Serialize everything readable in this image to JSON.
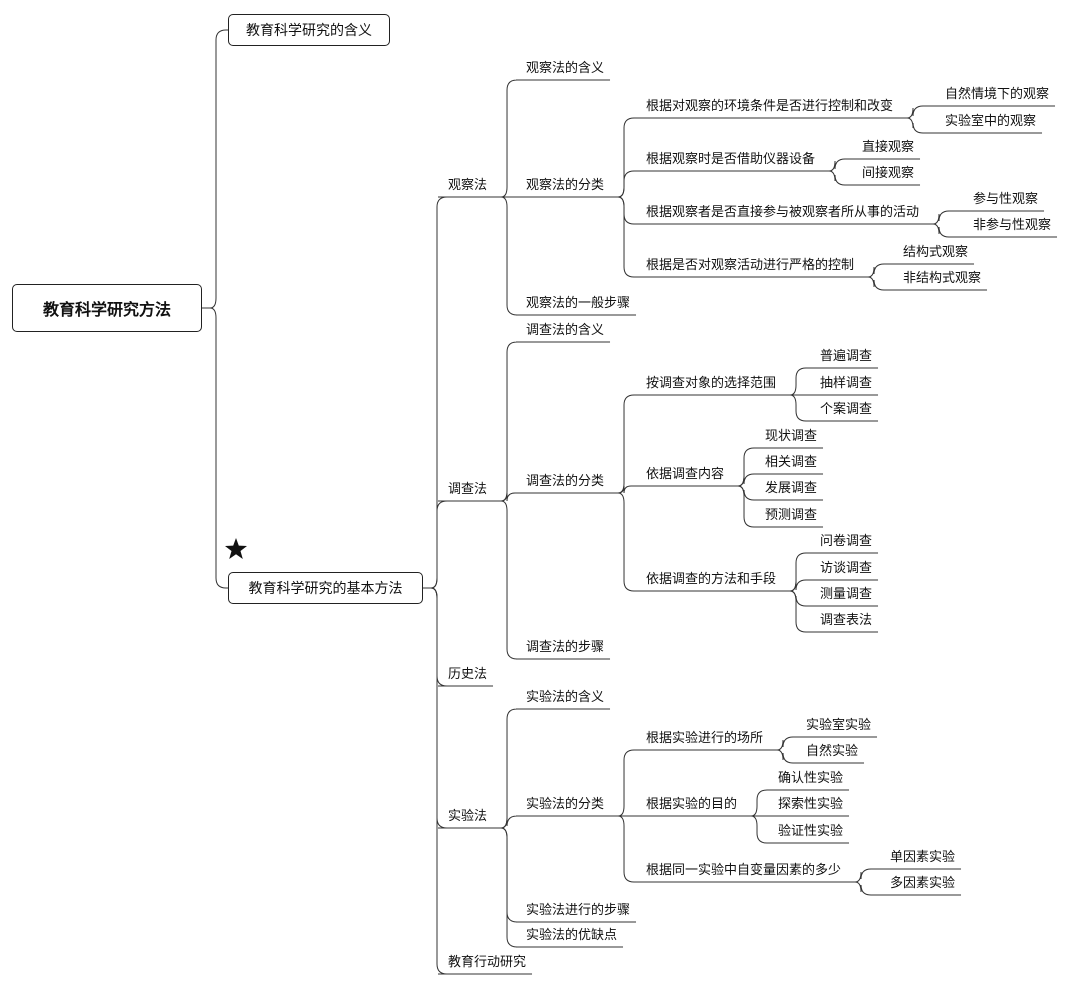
{
  "mindmap": {
    "root": "教育科学研究方法",
    "branch1": "教育科学研究的含义",
    "branch2": "教育科学研究的基本方法",
    "star_icon": "star-icon",
    "methods": {
      "observation": {
        "label": "观察法",
        "meaning": "观察法的含义",
        "classification": "观察法的分类",
        "steps": "观察法的一般步骤",
        "criteria": [
          {
            "label": "根据对观察的环境条件是否进行控制和改变",
            "types": [
              "自然情境下的观察",
              "实验室中的观察"
            ]
          },
          {
            "label": "根据观察时是否借助仪器设备",
            "types": [
              "直接观察",
              "间接观察"
            ]
          },
          {
            "label": "根据观察者是否直接参与被观察者所从事的活动",
            "types": [
              "参与性观察",
              "非参与性观察"
            ]
          },
          {
            "label": "根据是否对观察活动进行严格的控制",
            "types": [
              "结构式观察",
              "非结构式观察"
            ]
          }
        ]
      },
      "survey": {
        "label": "调查法",
        "meaning": "调查法的含义",
        "classification": "调查法的分类",
        "steps": "调查法的步骤",
        "criteria": [
          {
            "label": "按调查对象的选择范围",
            "types": [
              "普遍调查",
              "抽样调查",
              "个案调查"
            ]
          },
          {
            "label": "依据调查内容",
            "types": [
              "现状调查",
              "相关调查",
              "发展调查",
              "预测调查"
            ]
          },
          {
            "label": "依据调查的方法和手段",
            "types": [
              "问卷调查",
              "访谈调查",
              "测量调查",
              "调查表法"
            ]
          }
        ]
      },
      "history": {
        "label": "历史法"
      },
      "experiment": {
        "label": "实验法",
        "meaning": "实验法的含义",
        "classification": "实验法的分类",
        "steps": "实验法进行的步骤",
        "pros_cons": "实验法的优缺点",
        "criteria": [
          {
            "label": "根据实验进行的场所",
            "types": [
              "实验室实验",
              "自然实验"
            ]
          },
          {
            "label": "根据实验的目的",
            "types": [
              "确认性实验",
              "探索性实验",
              "验证性实验"
            ]
          },
          {
            "label": "根据同一实验中自变量因素的多少",
            "types": [
              "单因素实验",
              "多因素实验"
            ]
          }
        ]
      },
      "action": {
        "label": "教育行动研究"
      }
    }
  }
}
